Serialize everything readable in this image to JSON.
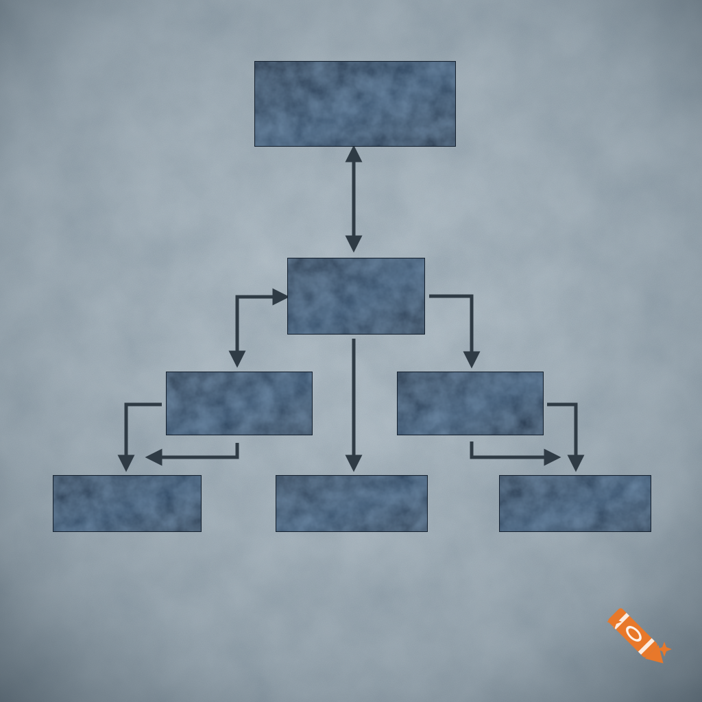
{
  "background": {
    "base_color": "#8e9ea9",
    "texture": "stone"
  },
  "box_style": {
    "fill_dark": "#1b2a3d",
    "fill_light": "#2f4a66"
  },
  "connector_color": "#2f3b45",
  "nodes": [
    {
      "id": "root",
      "level": 0,
      "label": ""
    },
    {
      "id": "middle",
      "level": 1,
      "label": ""
    },
    {
      "id": "branch-left",
      "level": 2,
      "label": ""
    },
    {
      "id": "branch-right",
      "level": 2,
      "label": ""
    },
    {
      "id": "leaf-left",
      "level": 3,
      "label": ""
    },
    {
      "id": "leaf-center",
      "level": 3,
      "label": ""
    },
    {
      "id": "leaf-right",
      "level": 3,
      "label": ""
    }
  ],
  "edges": [
    {
      "from": "root",
      "to": "middle",
      "direction": "both"
    },
    {
      "from": "branch-left",
      "to": "middle",
      "direction": "both"
    },
    {
      "from": "middle",
      "to": "branch-right",
      "direction": "forward"
    },
    {
      "from": "middle",
      "to": "leaf-center",
      "direction": "forward"
    },
    {
      "from": "branch-left",
      "to": "leaf-left",
      "direction": "forward"
    },
    {
      "from": "branch-right",
      "to": "leaf-right",
      "direction": "forward"
    }
  ],
  "watermark": {
    "icon": "crayon-icon",
    "color": "#e8782a",
    "sparkle_color": "#e8782a"
  }
}
